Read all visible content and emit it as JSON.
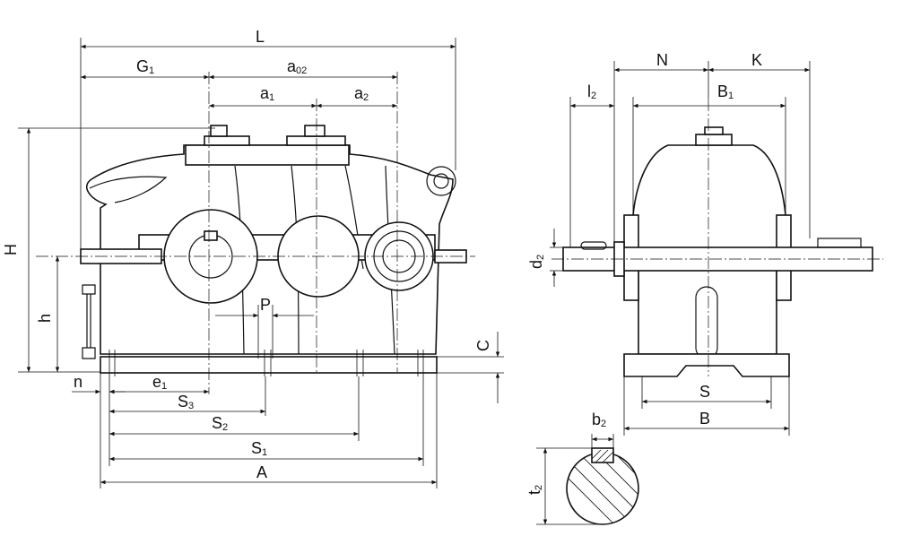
{
  "labels": {
    "L": "L",
    "G": "G",
    "G_sub": "1",
    "a0": "a",
    "a0_sub": "02",
    "a1": "a",
    "a1_sub": "1",
    "a2": "a",
    "a2_sub": "2",
    "H": "H",
    "h": "h",
    "P": "P",
    "C": "C",
    "n": "n",
    "e": "e",
    "e_sub": "1",
    "S3": "S",
    "S3_sub": "3",
    "S2": "S",
    "S2_sub": "2",
    "S1": "S",
    "S1_sub": "1",
    "A": "A",
    "N": "N",
    "K": "K",
    "l": "l",
    "l_sub": "2",
    "B1": "B",
    "B1_sub": "1",
    "d": "d",
    "d_sub": "2",
    "S": "S",
    "B": "B",
    "b": "b",
    "b_sub": "2",
    "t": "t",
    "t_sub": "2"
  }
}
